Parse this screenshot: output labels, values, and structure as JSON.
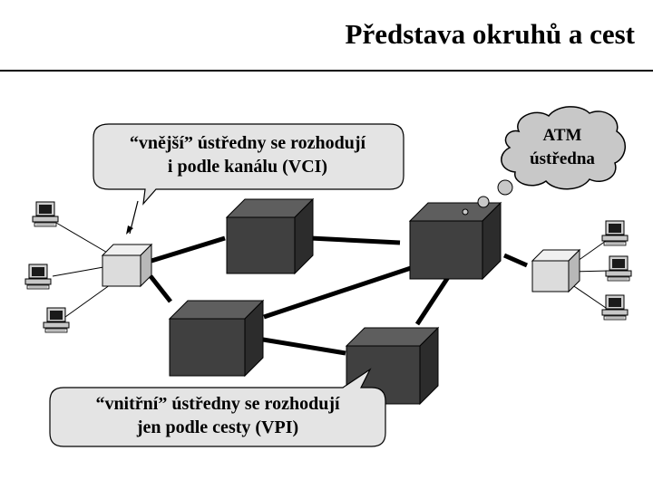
{
  "slide": {
    "title": "Představa okruhů a cest"
  },
  "callouts": {
    "outer": [
      "“vnější” ústředny se rozhodují",
      "i podle kanálu (VCI)"
    ],
    "inner": [
      "“vnitřní” ústředny se rozhodují",
      "jen podle cesty (VPI)"
    ]
  },
  "cloud": {
    "lines": [
      "ATM",
      "ústředna"
    ]
  },
  "colors": {
    "inner_switch_front": "#404040",
    "inner_switch_top": "#5e5e5e",
    "inner_switch_side": "#2c2c2c",
    "outer_switch_front": "#dcdcdc",
    "outer_switch_top": "#f0f0f0",
    "outer_switch_side": "#b8b8b8",
    "bubble_fill": "#e4e4e4",
    "cloud_fill": "#c8c8c8"
  },
  "icons": [
    "computer-icon"
  ]
}
